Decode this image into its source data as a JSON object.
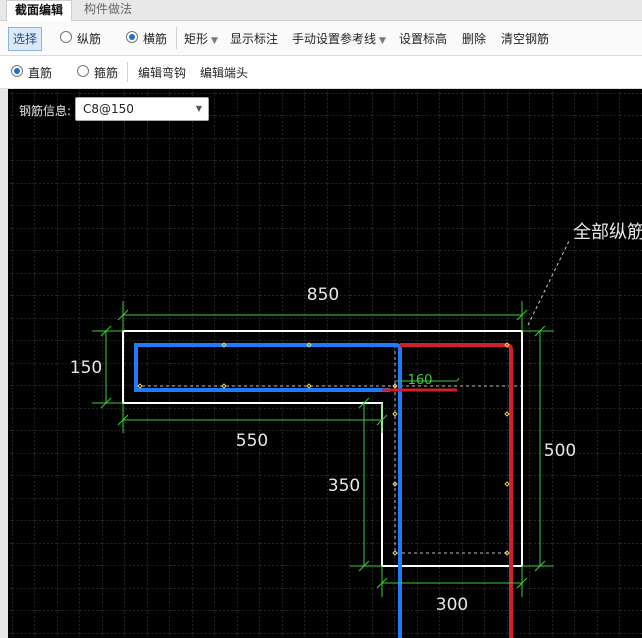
{
  "tabs": [
    {
      "label": "截面编辑",
      "active": true
    },
    {
      "label": "构件做法",
      "active": false
    }
  ],
  "toolbar1": {
    "select": "选择",
    "longitudinal": "纵筋",
    "transverse": "横筋",
    "shape": "矩形",
    "show_annotation": "显示标注",
    "manual_reference": "手动设置参考线",
    "set_elevation": "设置标高",
    "delete": "删除",
    "clear_rebar": "清空钢筋"
  },
  "toolbar2": {
    "straight": "直筋",
    "stirrup": "箍筋",
    "edit_hook": "编辑弯钩",
    "edit_end": "编辑端头"
  },
  "rebar_info": {
    "label": "钢筋信息:",
    "value": "C8@150"
  },
  "drawing": {
    "dim_top": "850",
    "dim_left": "150",
    "dim_bottom_left": "550",
    "dim_inner_vertical": "350",
    "dim_right": "500",
    "dim_bottom": "300",
    "dim_green": "160",
    "callout": "全部纵筋"
  },
  "colors": {
    "background": "#000000",
    "grid": "#4a4a4a",
    "outline": "#ffffff",
    "dimension": "#3ccc3c",
    "rebar_blue": "#1e7bff",
    "rebar_red": "#d0202a",
    "points": "#f0d060"
  }
}
